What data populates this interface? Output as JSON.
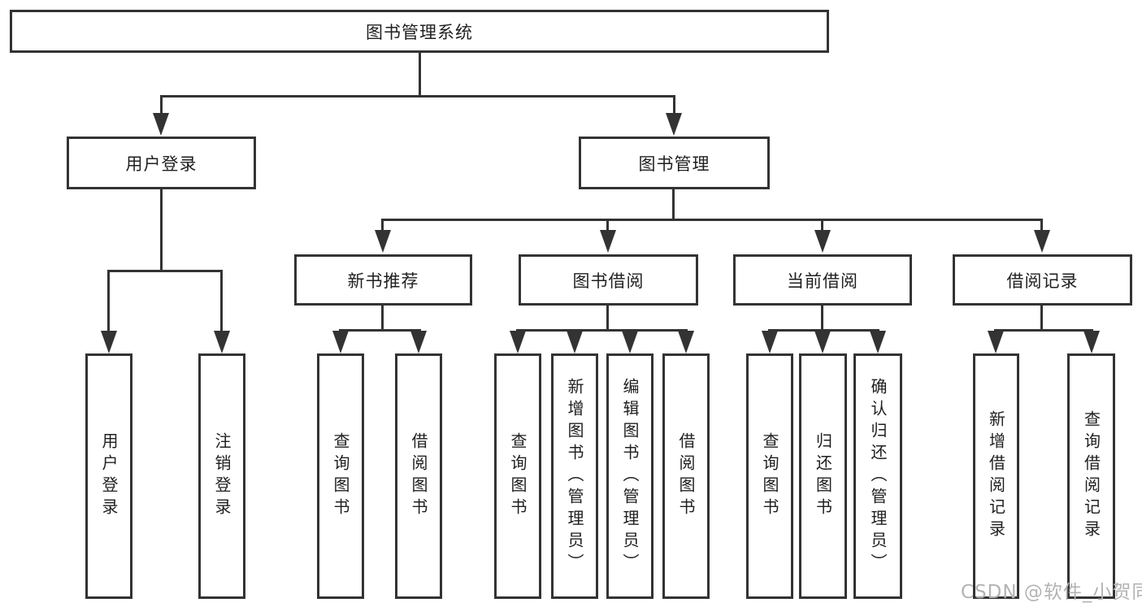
{
  "diagram": {
    "root": "图书管理系统",
    "level2": {
      "user_login": "用户登录",
      "book_mgmt": "图书管理"
    },
    "level3": {
      "new_books": "新书推荐",
      "borrowing": "图书借阅",
      "current": "当前借阅",
      "records": "借阅记录"
    },
    "leaves": {
      "user_login": [
        "用户登录",
        "注销登录"
      ],
      "new_books": [
        "查询图书",
        "借阅图书"
      ],
      "borrowing": [
        "查询图书",
        "新增图书（管理员）",
        "编辑图书（管理员）",
        "借阅图书"
      ],
      "current": [
        "查询图书",
        "归还图书",
        "确认归还（管理员）"
      ],
      "records": [
        "新增借阅记录",
        "查询借阅记录"
      ]
    },
    "colors": {
      "line": "#333333",
      "text": "#1f1f1f",
      "background": "#ffffff"
    }
  },
  "watermark": {
    "text": "CSDN @软件_小贺同学",
    "color": "#b3b3b3"
  }
}
